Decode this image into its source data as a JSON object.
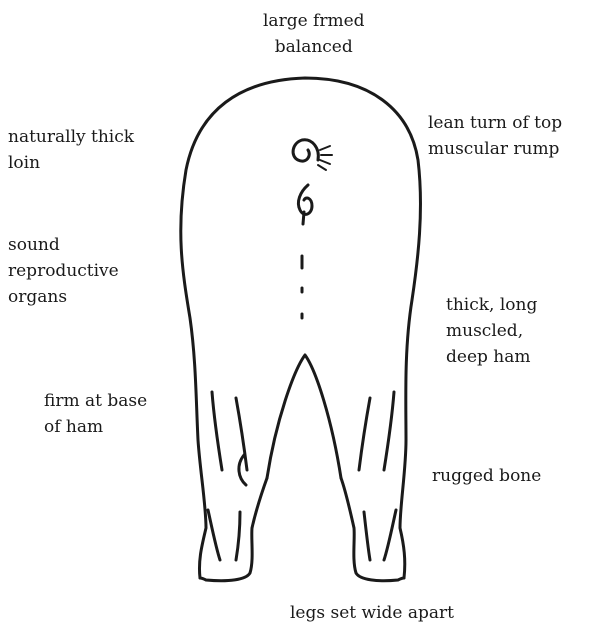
{
  "labels": {
    "top": [
      "large frmed",
      "balanced"
    ],
    "left_loin": [
      "naturally thick",
      "loin"
    ],
    "left_repro": [
      "sound",
      "reproductive",
      "organs"
    ],
    "left_ham": [
      "firm at base",
      "of ham"
    ],
    "right_rump": [
      "lean turn of top",
      "muscular rump"
    ],
    "right_ham": [
      "thick, long",
      "muscled,",
      "deep ham"
    ],
    "right_bone": [
      "rugged bone"
    ],
    "bottom": [
      "legs set wide apart"
    ]
  },
  "colors": {
    "ink": "#1a1a1a",
    "background": "#ffffff"
  }
}
